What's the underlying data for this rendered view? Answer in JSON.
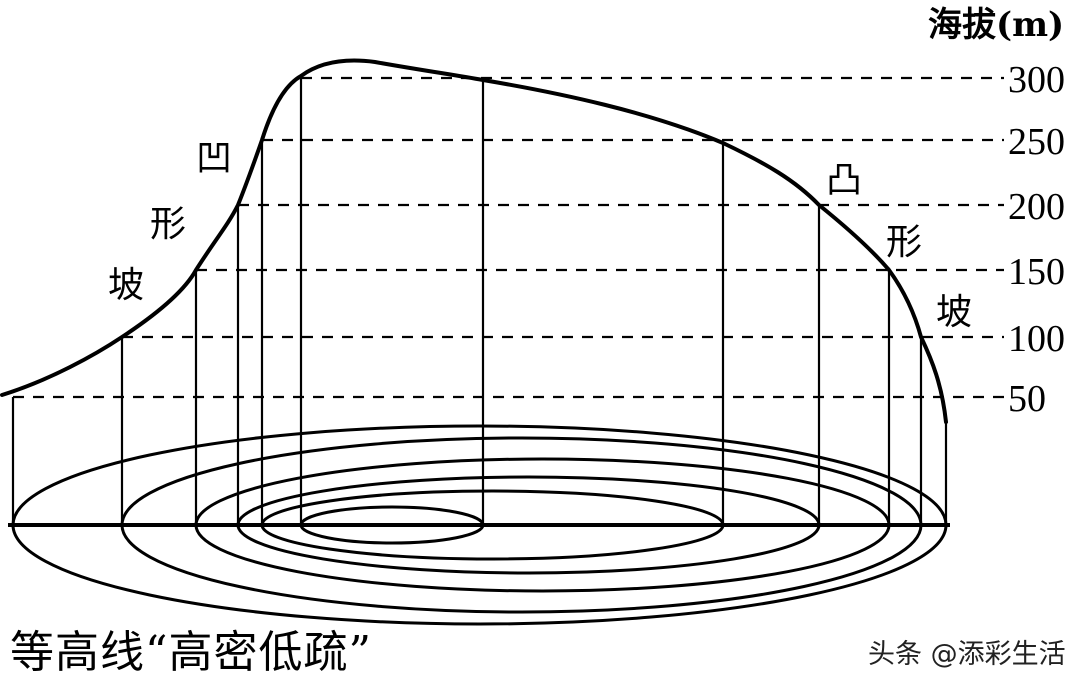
{
  "diagram": {
    "axis_title": "海拔(m)",
    "ticks": [
      {
        "label": "300",
        "value": 300
      },
      {
        "label": "250",
        "value": 250
      },
      {
        "label": "200",
        "value": 200
      },
      {
        "label": "150",
        "value": 150
      },
      {
        "label": "100",
        "value": 100
      },
      {
        "label": "50",
        "value": 50
      }
    ],
    "concave_slope": {
      "chars": [
        "凹",
        "形",
        "坡"
      ],
      "meaning": "concave slope"
    },
    "convex_slope": {
      "chars": [
        "凸",
        "形",
        "坡"
      ],
      "meaning": "convex slope"
    },
    "contour_lines_count": 6,
    "caption": "等高线“高密低疏”",
    "watermark": "头条 @添彩生活"
  },
  "colors": {
    "line": "#000000",
    "background": "#ffffff"
  }
}
